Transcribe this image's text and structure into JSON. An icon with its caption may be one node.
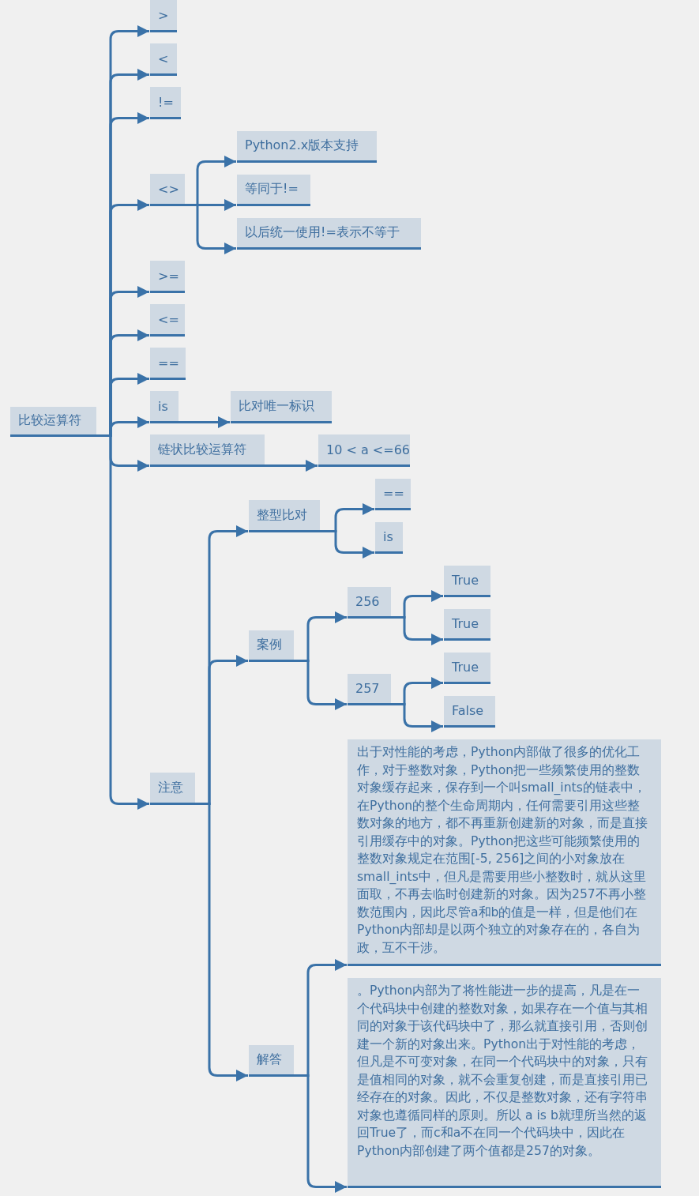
{
  "diagram": {
    "nodes": [
      {
        "text": [
          "比较运算符"
        ]
      },
      {
        "text": [
          ">"
        ]
      },
      {
        "text": [
          "<"
        ]
      },
      {
        "text": [
          "!="
        ]
      },
      {
        "text": [
          "<>"
        ]
      },
      {
        "text": [
          "Python2.x版本支持"
        ]
      },
      {
        "text": [
          "等同于!="
        ]
      },
      {
        "text": [
          "以后统一使用!=表示不等于"
        ]
      },
      {
        "text": [
          ">="
        ]
      },
      {
        "text": [
          "<="
        ]
      },
      {
        "text": [
          "=="
        ]
      },
      {
        "text": [
          "is"
        ]
      },
      {
        "text": [
          "比对唯一标识"
        ]
      },
      {
        "text": [
          "链状比较运算符"
        ]
      },
      {
        "text": [
          "10 < a <=66"
        ]
      },
      {
        "text": [
          "注意"
        ]
      },
      {
        "text": [
          "整型比对"
        ]
      },
      {
        "text": [
          "=="
        ]
      },
      {
        "text": [
          "is"
        ]
      },
      {
        "text": [
          "案例"
        ]
      },
      {
        "text": [
          "256"
        ]
      },
      {
        "text": [
          "True"
        ]
      },
      {
        "text": [
          "True"
        ]
      },
      {
        "text": [
          "257"
        ]
      },
      {
        "text": [
          "True"
        ]
      },
      {
        "text": [
          "False"
        ]
      },
      {
        "text": [
          "出于对性能的考虑，Python内部做了很多的优化工作，对于整数对象，Python把一些频繁使用的整数对象缓存起来，保存到一个叫small_ints的链表中，在Python的整个生命周期内，任何需要引用这些整数对象的地方，都不再重新创建新的对象，而是直接引用缓存中的对象。Python把这些可能频繁使用的整数对象规定在范围[-5, 256]之间的小对象放在small_ints中，但凡是需要用些小整数时，就从这里面取，不再去临时创建新的对象。因为257不再小整数范围内，因此尽管a和b的值是一样，但是他们在Python内部却是以两个独立的对象存在的，各自为政，互不干涉。"
        ]
      },
      {
        "text": [
          "解答"
        ]
      },
      {
        "text": [
          "。Python内部为了将性能进一步的提高，凡是在一个代码块中创建的整数对象，如果存在一个值与其相同的对象于该代码块中了，那么就直接引用，否则创建一个新的对象出来。Python出于对性能的考虑，但凡是不可变对象，在同一个代码块中的对象，只有是值相同的对象，就不会重复创建，而是直接引用已经存在的对象。因此，不仅是整数对象，还有字符串对象也遵循同样的原则。所以 a is b就理所当然的返回True了，而c和a不在同一个代码块中，因此在Python内部创建了两个值都是257的对象。"
        ]
      }
    ],
    "edges": [
      {
        "from": 0,
        "to": 1,
        "arrow": "to"
      },
      {
        "from": 0,
        "to": 2,
        "arrow": "to"
      },
      {
        "from": 0,
        "to": 3,
        "arrow": "to"
      },
      {
        "from": 0,
        "to": 4,
        "arrow": "to"
      },
      {
        "from": 4,
        "to": 5,
        "arrow": "to"
      },
      {
        "from": 4,
        "to": 6,
        "arrow": "to"
      },
      {
        "from": 4,
        "to": 7,
        "arrow": "to"
      },
      {
        "from": 0,
        "to": 8,
        "arrow": "to"
      },
      {
        "from": 0,
        "to": 9,
        "arrow": "to"
      },
      {
        "from": 0,
        "to": 10,
        "arrow": "to"
      },
      {
        "from": 0,
        "to": 11,
        "arrow": "to"
      },
      {
        "from": 11,
        "to": 12,
        "arrow": "to"
      },
      {
        "from": 0,
        "to": 13,
        "arrow": "to"
      },
      {
        "from": 13,
        "to": 14,
        "arrow": "to"
      },
      {
        "from": 0,
        "to": 15,
        "arrow": "to"
      },
      {
        "from": 15,
        "to": 16,
        "arrow": "to"
      },
      {
        "from": 16,
        "to": 17,
        "arrow": "to"
      },
      {
        "from": 16,
        "to": 18,
        "arrow": "to"
      },
      {
        "from": 15,
        "to": 19,
        "arrow": "to"
      },
      {
        "from": 19,
        "to": 20,
        "arrow": "to"
      },
      {
        "from": 20,
        "to": 21,
        "arrow": "to"
      },
      {
        "from": 20,
        "to": 22,
        "arrow": "to"
      },
      {
        "from": 19,
        "to": 23,
        "arrow": "to"
      },
      {
        "from": 23,
        "to": 24,
        "arrow": "to"
      },
      {
        "from": 23,
        "to": 25,
        "arrow": "to"
      },
      {
        "from": 15,
        "to": 27,
        "arrow": "to"
      },
      {
        "from": 27,
        "to": 26,
        "arrow": "to"
      },
      {
        "from": 27,
        "to": 28,
        "arrow": "to"
      }
    ]
  }
}
